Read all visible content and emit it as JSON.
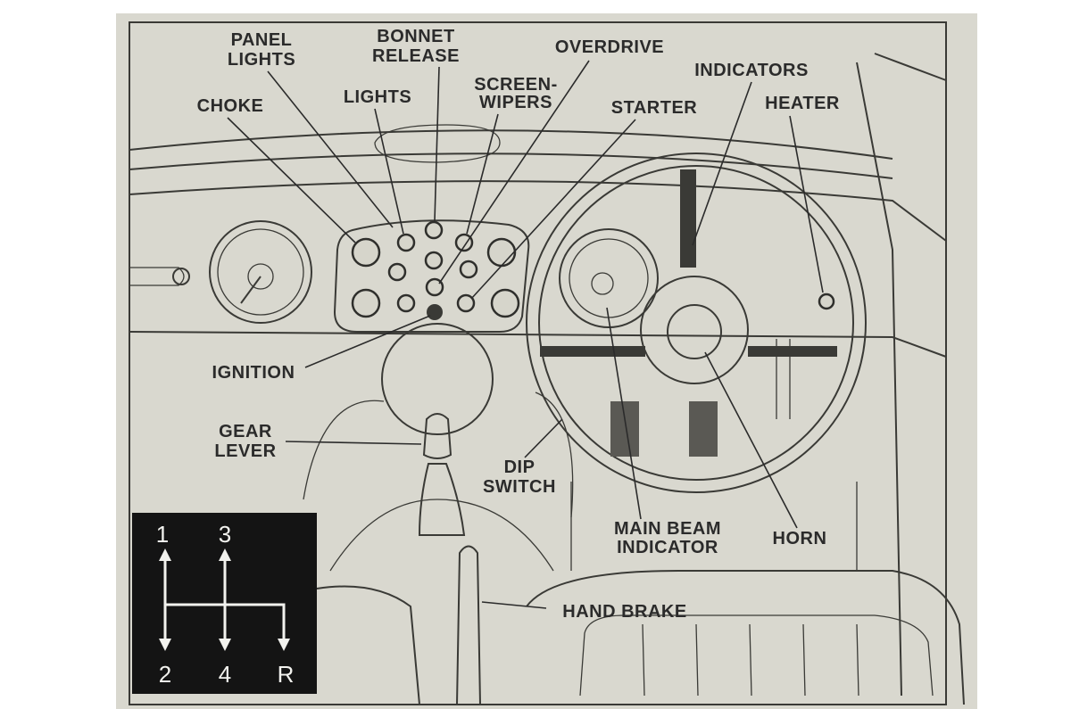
{
  "colors": {
    "paper": "#d9d8cf",
    "ink": "#2b2b2b",
    "gear_box": "#141414"
  },
  "labels": {
    "panel_lights": [
      "PANEL",
      "LIGHTS"
    ],
    "bonnet_release": [
      "BONNET",
      "RELEASE"
    ],
    "overdrive": [
      "OVERDRIVE"
    ],
    "indicators": [
      "INDICATORS"
    ],
    "choke": [
      "CHOKE"
    ],
    "lights": [
      "LIGHTS"
    ],
    "screen_wipers": [
      "SCREEN-",
      "WIPERS"
    ],
    "starter": [
      "STARTER"
    ],
    "heater": [
      "HEATER"
    ],
    "ignition": [
      "IGNITION"
    ],
    "gear_lever": [
      "GEAR",
      "LEVER"
    ],
    "dip_switch": [
      "DIP",
      "SWITCH"
    ],
    "main_beam_indicator": [
      "MAIN BEAM",
      "INDICATOR"
    ],
    "horn": [
      "HORN"
    ],
    "hand_brake": [
      "HAND BRAKE"
    ]
  },
  "gear_pattern": {
    "top": [
      "1",
      "3"
    ],
    "bottom": [
      "2",
      "4",
      "R"
    ]
  }
}
